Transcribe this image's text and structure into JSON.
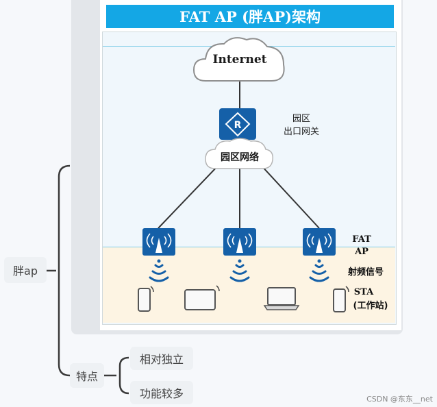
{
  "diagram": {
    "title": "FAT AP (胖AP)架构",
    "internet_label": "Internet",
    "gateway_label_line1": "园区",
    "gateway_label_line2": "出口网关",
    "campus_network_label": "园区网络",
    "fat_ap_line1": "FAT",
    "fat_ap_line2": "AP",
    "rf_signal_label": "射频信号",
    "sta_line1": "STA",
    "sta_line2": "(工作站)"
  },
  "mindmap": {
    "root": "胖ap",
    "features": "特点",
    "feature_items": [
      "相对独立",
      "功能较多"
    ]
  },
  "watermark": "CSDN @东东__net",
  "colors": {
    "title_bar": "#14a7e5",
    "device_blue": "#1560a8",
    "connector": "#3a3a3a"
  },
  "icons": [
    "cloud-icon",
    "router-icon",
    "access-point-icon",
    "wifi-signal-icon",
    "phone-icon",
    "tablet-icon",
    "laptop-icon"
  ]
}
